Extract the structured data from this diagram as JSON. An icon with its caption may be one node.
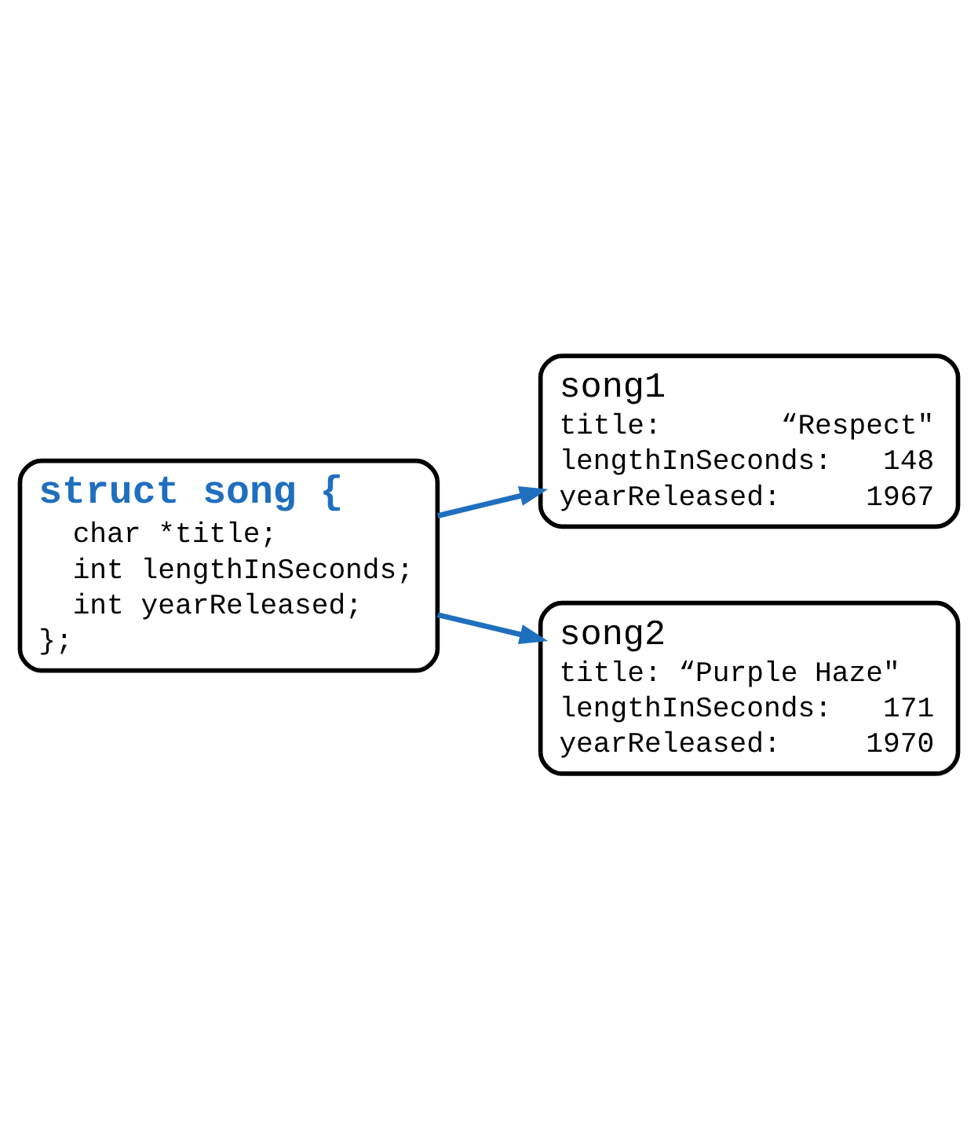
{
  "diagram": {
    "nodes": [
      {
        "text": [
          "struct song {",
          "char *title;",
          "int lengthInSeconds;",
          "int yearReleased;",
          "};"
        ]
      },
      {
        "text": [
          "song1",
          "title:       “Respect\"",
          "lengthInSeconds:   148",
          "yearReleased:     1967"
        ]
      },
      {
        "text": [
          "song2",
          "title: “Purple Haze\"",
          "lengthInSeconds:   171",
          "yearReleased:     1970"
        ]
      }
    ],
    "edges": [
      {
        "from": 0,
        "to": 1,
        "arrow": "to"
      },
      {
        "from": 0,
        "to": 2,
        "arrow": "to"
      }
    ]
  }
}
